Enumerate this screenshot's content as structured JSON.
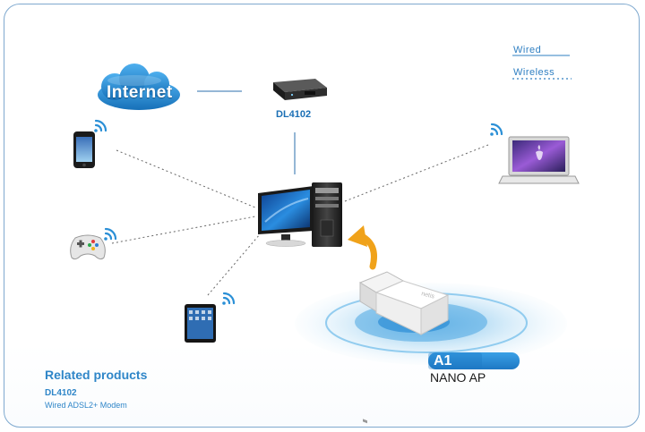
{
  "legend": {
    "wired": "Wired",
    "wireless": "Wireless"
  },
  "internet": {
    "label": "Internet"
  },
  "modem": {
    "label": "DL4102"
  },
  "related": {
    "title": "Related products",
    "product_name": "DL4102",
    "product_desc": "Wired ADSL2+ Modem"
  },
  "product": {
    "badge": "A1",
    "subtitle": "NANO AP"
  },
  "colors": {
    "accent_blue": "#2f86c8",
    "cloud_blue": "#1e86cf",
    "wifi_blue": "#2a8fd6",
    "arrow_orange": "#f0a21a"
  },
  "icons": [
    "internet-cloud-icon",
    "modem-icon",
    "desktop-computer-icon",
    "smartphone-icon",
    "gamepad-icon",
    "tablet-icon",
    "laptop-icon",
    "nano-ap-adapter-icon",
    "wifi-icon",
    "curved-arrow-icon"
  ]
}
